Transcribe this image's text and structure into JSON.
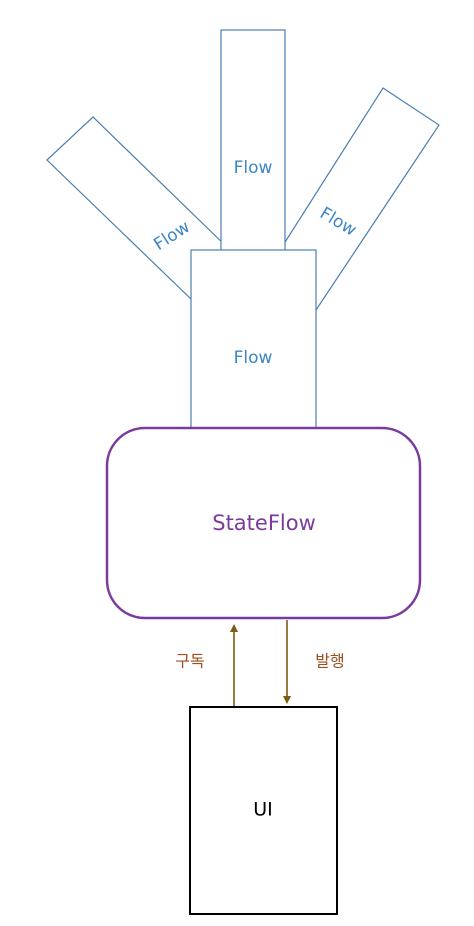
{
  "flows": {
    "left": "Flow",
    "top": "Flow",
    "right": "Flow",
    "main": "Flow"
  },
  "stateflow": {
    "label": "StateFlow"
  },
  "arrows": {
    "subscribe_label": "구독",
    "publish_label": "발행"
  },
  "ui": {
    "label": "UI"
  },
  "colors": {
    "flow_stroke": "#4a7fb0",
    "flow_text": "#3d86c6",
    "stateflow_stroke": "#7a3b9c",
    "stateflow_text": "#7a3b9c",
    "arrow": "#7d5a12",
    "arrow_text": "#9c4e1f",
    "ui_stroke": "#000000",
    "ui_text": "#000000"
  }
}
